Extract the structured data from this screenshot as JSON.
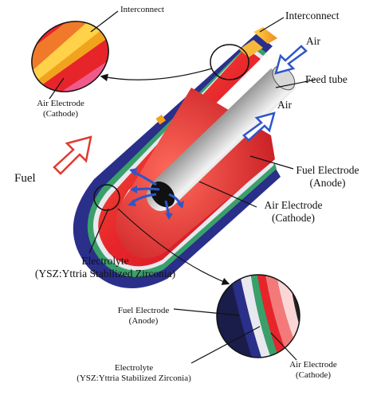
{
  "labels": {
    "interconnect_inset": "Interconnect",
    "interconnect_main": "Interconnect",
    "air_top": "Air",
    "feed_tube": "Feed tube",
    "air_mid": "Air",
    "fuel": "Fuel",
    "air_electrode_inset": [
      "Air Electrode",
      "(Cathode)"
    ],
    "fuel_electrode_main": [
      "Fuel Electrode",
      "(Anode)"
    ],
    "air_electrode_main": [
      "Air Electrode",
      "(Cathode)"
    ],
    "electrolyte_main": [
      "Electrolyte",
      "(YSZ:Yttria Stabilized Zirconia)"
    ],
    "fuel_electrode_inset": [
      "Fuel Electrode",
      "(Anode)"
    ],
    "electrolyte_inset": [
      "Electrolyte",
      "(YSZ:Yttria Stabilized Zirconia)"
    ],
    "air_electrode_inset2": [
      "Air Electrode",
      "(Cathode)"
    ]
  },
  "colors": {
    "anode": "#2a2f8a",
    "electrolyte": "#3aa06a",
    "cathode": "#e8242b",
    "interconnect": "#f2a31e",
    "air_arrow": "#2f56c8",
    "fuel_arrow": "#e03a30",
    "tube_dark": "#2a2a2a",
    "tube_light": "#e6e6e6"
  }
}
